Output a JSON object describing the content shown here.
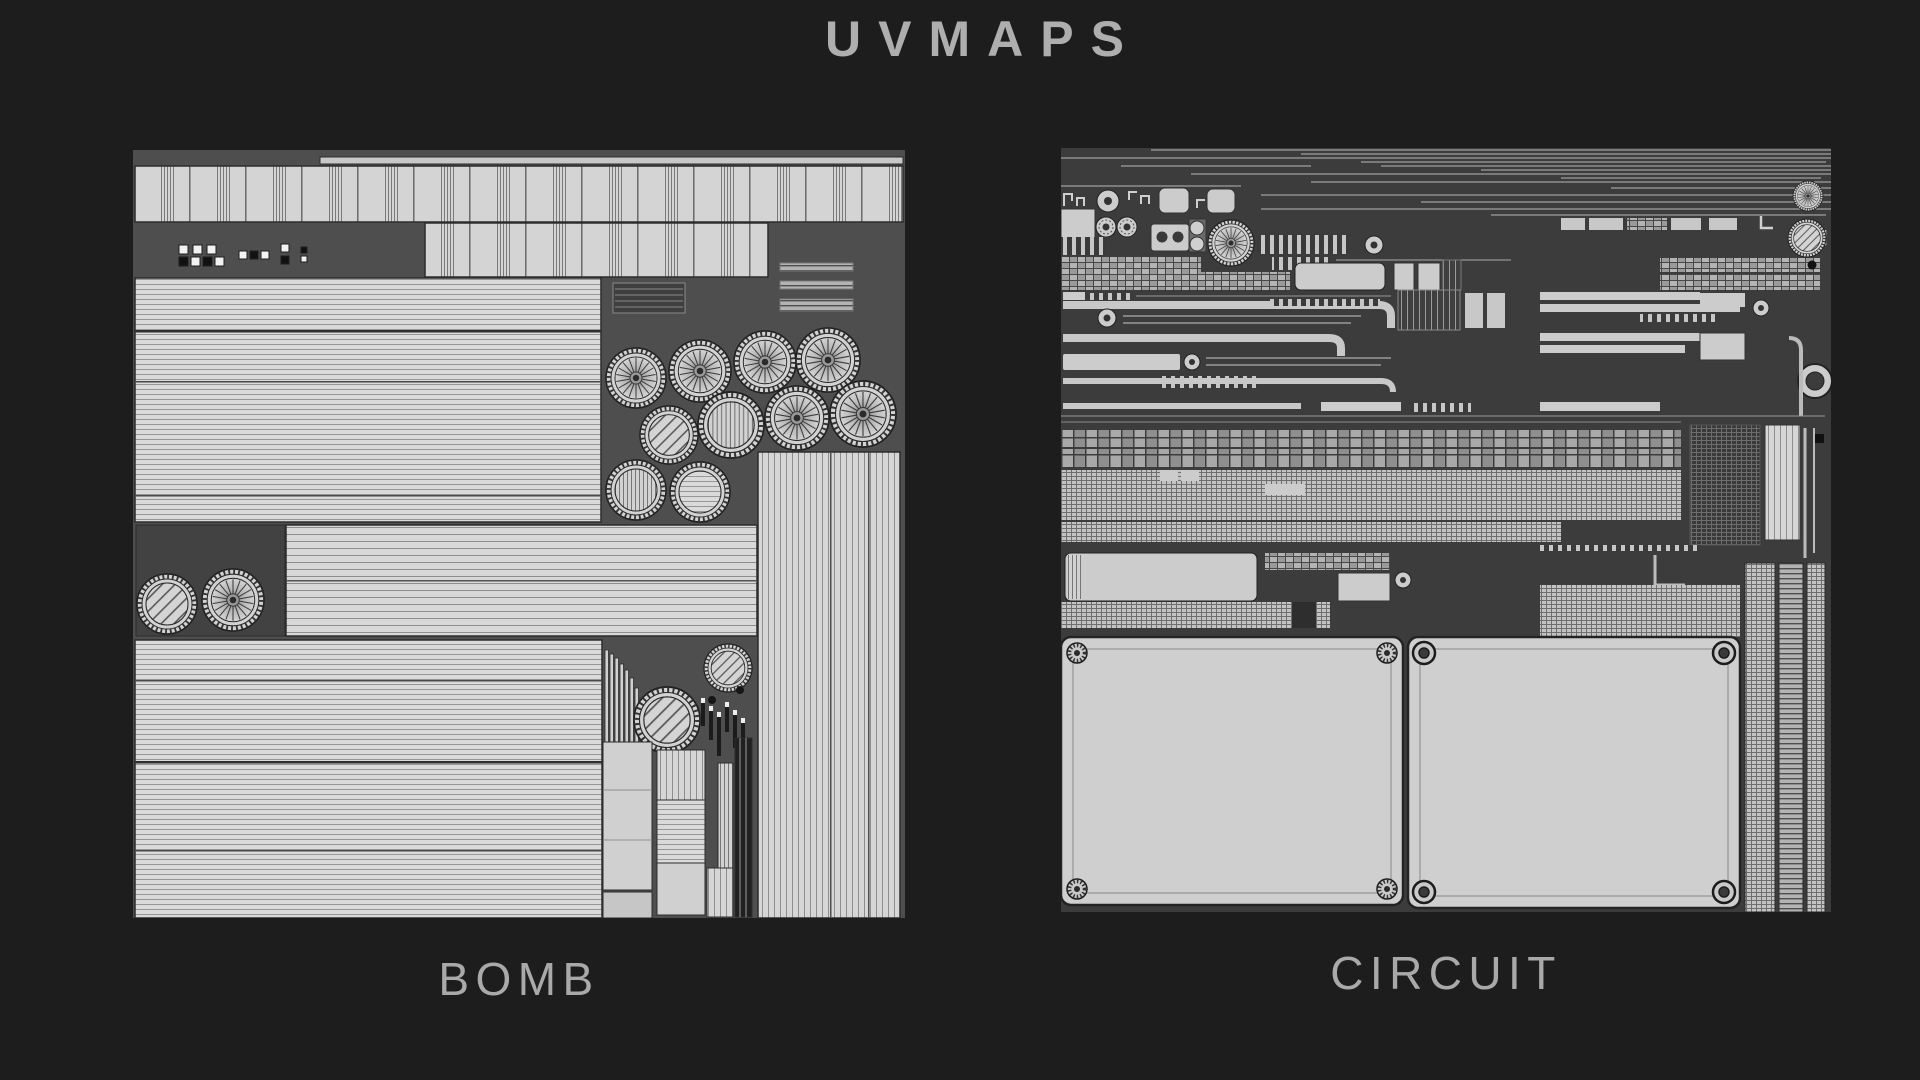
{
  "page": {
    "title": "UVMAPS"
  },
  "panels": [
    {
      "id": "bomb",
      "label": "BOMB",
      "type": "uv-wireframe-sheet"
    },
    {
      "id": "circuit",
      "label": "CIRCUIT",
      "type": "uv-wireframe-sheet"
    }
  ],
  "colors": {
    "background": "#1d1d1d",
    "panel_left_bg": "#4e4e4e",
    "panel_right_bg": "#3c3c3c",
    "island": "#d3d3d3",
    "wire": "#8f8f8f",
    "title": "#aeaeae",
    "caption": "#a9a9a9"
  }
}
